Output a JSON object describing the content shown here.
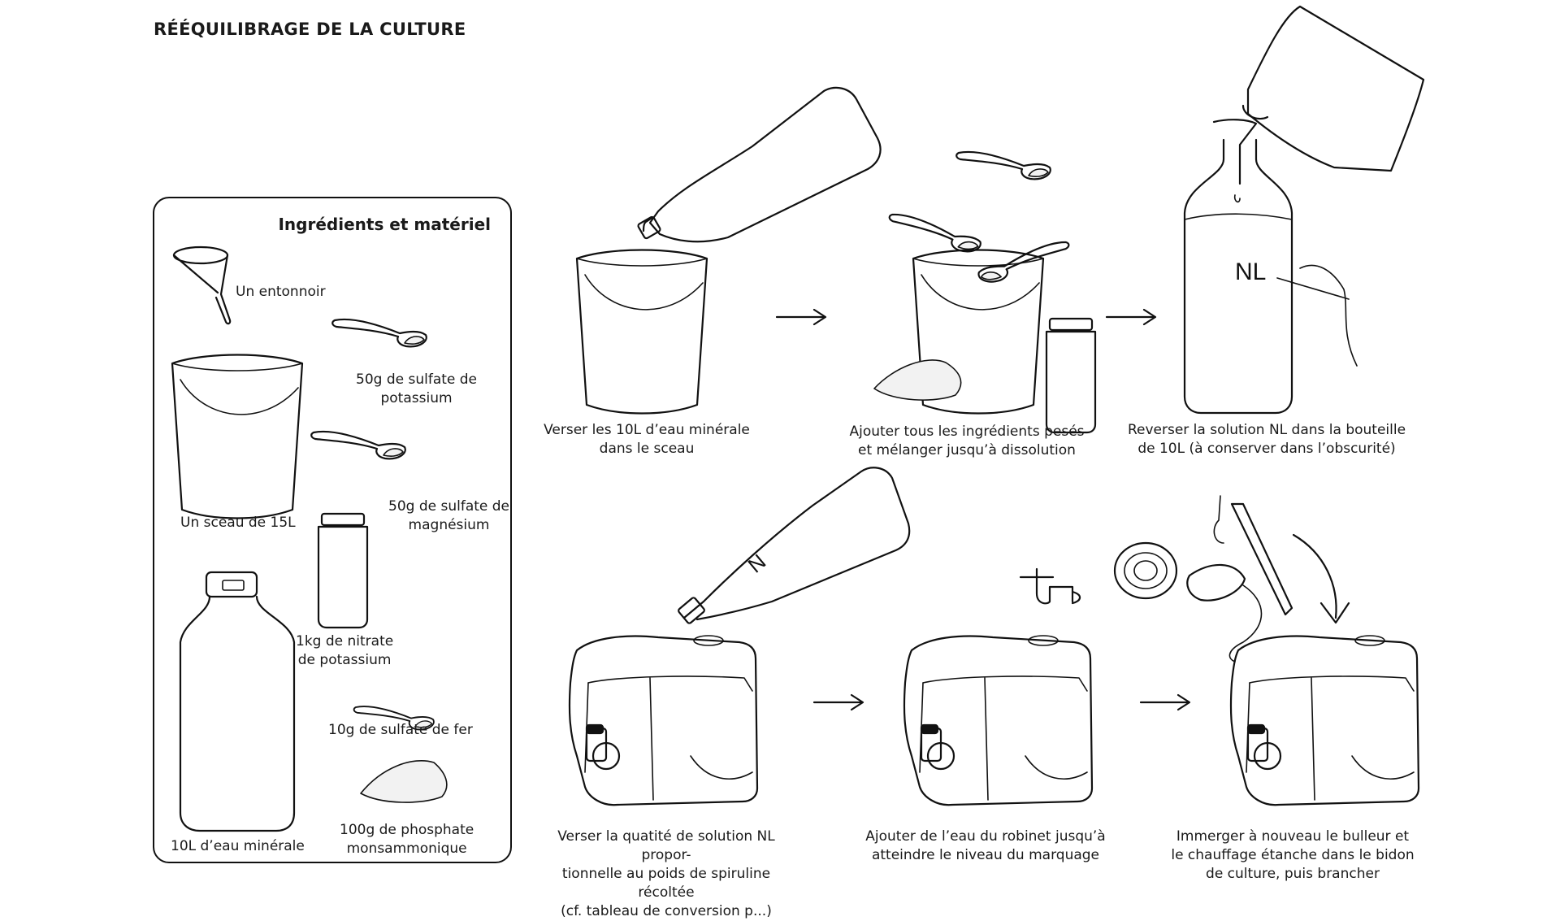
{
  "title": "RÉÉQUILIBRAGE DE LA CULTURE",
  "ingredients": {
    "heading": "Ingrédients et matériel",
    "items": [
      {
        "label": "Un entonnoir"
      },
      {
        "label": "50g de sulfate de\npotassium"
      },
      {
        "label": "Un sceau de 15L"
      },
      {
        "label": "50g de sulfate de\nmagnésium"
      },
      {
        "label": "1kg de nitrate\nde potassium"
      },
      {
        "label": "10g de sulfate de fer"
      },
      {
        "label": "10L d’eau minérale"
      },
      {
        "label": "100g  de phosphate\nmonsammonique"
      }
    ]
  },
  "steps": [
    {
      "caption": "Verser les 10L d’eau minérale\ndans le sceau"
    },
    {
      "caption": "Ajouter tous les ingrédients pesés\net mélanger jusqu’à dissolution"
    },
    {
      "caption": "Reverser la solution NL dans la bouteille\nde 10L (à conserver dans l’obscurité)"
    },
    {
      "caption": "Verser la quatité de solution NL propor-\ntionnelle au poids de spiruline récoltée\n(cf. tableau de conversion p...)"
    },
    {
      "caption": "Ajouter de l’eau du robinet jusqu’à\natteindre le niveau du marquage"
    },
    {
      "caption": "Immerger à nouveau le bulleur et\nle chauffage étanche dans le bidon\nde culture, puis brancher"
    }
  ],
  "bottle_label": "NL",
  "icons": [
    "funnel-icon",
    "spoon-icon",
    "bucket-icon",
    "jar-icon",
    "bottle-icon",
    "powder-icon",
    "arrow-icon",
    "jerrycan-icon",
    "tap-icon",
    "air-pump-icon",
    "heater-icon",
    "hand-pen-icon"
  ]
}
